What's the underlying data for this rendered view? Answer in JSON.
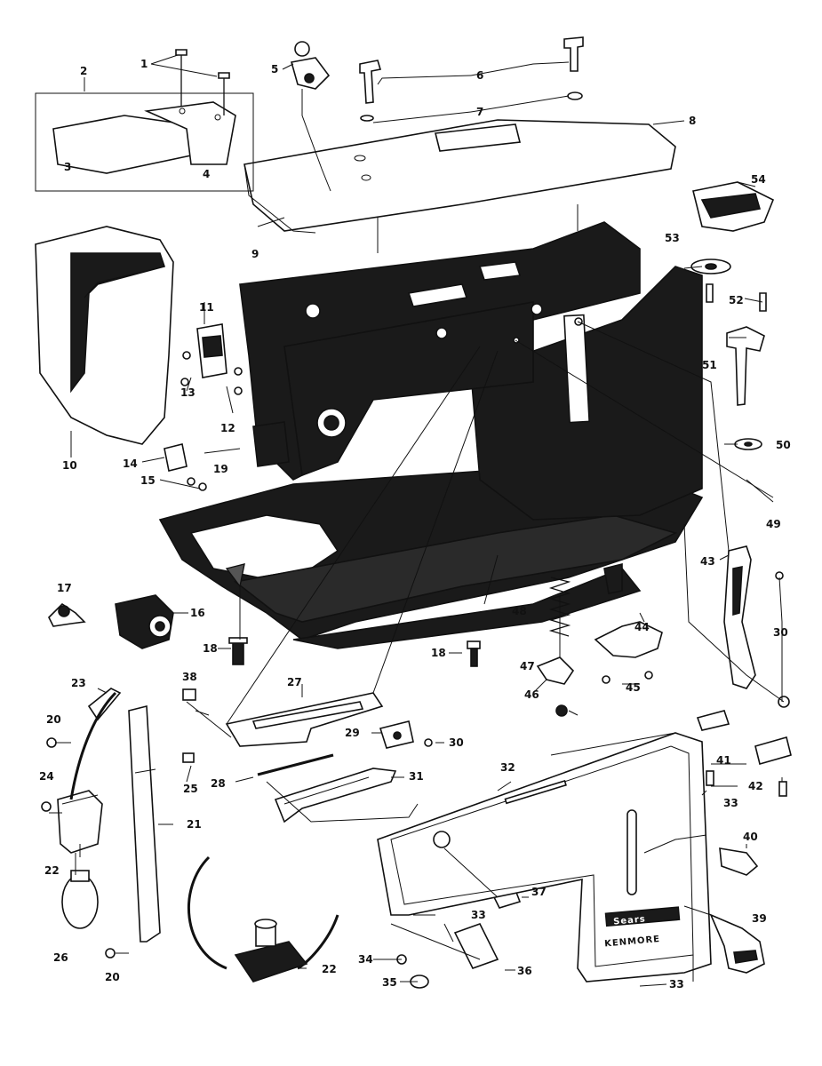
{
  "callouts": [
    {
      "id": "c1",
      "text": "1"
    },
    {
      "id": "c2",
      "text": "2"
    },
    {
      "id": "c3",
      "text": "3"
    },
    {
      "id": "c4",
      "text": "4"
    },
    {
      "id": "c5",
      "text": "5"
    },
    {
      "id": "c6",
      "text": "6"
    },
    {
      "id": "c7",
      "text": "7"
    },
    {
      "id": "c8",
      "text": "8"
    },
    {
      "id": "c9",
      "text": "9"
    },
    {
      "id": "c10",
      "text": "10"
    },
    {
      "id": "c11",
      "text": "11"
    },
    {
      "id": "c12",
      "text": "12"
    },
    {
      "id": "c13",
      "text": "13"
    },
    {
      "id": "c14",
      "text": "14"
    },
    {
      "id": "c15",
      "text": "15"
    },
    {
      "id": "c16",
      "text": "16"
    },
    {
      "id": "c17",
      "text": "17"
    },
    {
      "id": "c18a",
      "text": "18"
    },
    {
      "id": "c18b",
      "text": "18"
    },
    {
      "id": "c19",
      "text": "19"
    },
    {
      "id": "c20a",
      "text": "20"
    },
    {
      "id": "c20b",
      "text": "20"
    },
    {
      "id": "c21",
      "text": "21"
    },
    {
      "id": "c22a",
      "text": "22"
    },
    {
      "id": "c22b",
      "text": "22"
    },
    {
      "id": "c23",
      "text": "23"
    },
    {
      "id": "c24",
      "text": "24"
    },
    {
      "id": "c25",
      "text": "25"
    },
    {
      "id": "c26",
      "text": "26"
    },
    {
      "id": "c27",
      "text": "27"
    },
    {
      "id": "c28",
      "text": "28"
    },
    {
      "id": "c29",
      "text": "29"
    },
    {
      "id": "c30a",
      "text": "30"
    },
    {
      "id": "c30b",
      "text": "30"
    },
    {
      "id": "c31",
      "text": "31"
    },
    {
      "id": "c32",
      "text": "32"
    },
    {
      "id": "c33a",
      "text": "33"
    },
    {
      "id": "c33b",
      "text": "33"
    },
    {
      "id": "c33c",
      "text": "33"
    },
    {
      "id": "c34",
      "text": "34"
    },
    {
      "id": "c35",
      "text": "35"
    },
    {
      "id": "c36",
      "text": "36"
    },
    {
      "id": "c37",
      "text": "37"
    },
    {
      "id": "c38",
      "text": "38"
    },
    {
      "id": "c39",
      "text": "39"
    },
    {
      "id": "c40",
      "text": "40"
    },
    {
      "id": "c41",
      "text": "41"
    },
    {
      "id": "c42",
      "text": "42"
    },
    {
      "id": "c43",
      "text": "43"
    },
    {
      "id": "c44",
      "text": "44"
    },
    {
      "id": "c45",
      "text": "45"
    },
    {
      "id": "c46",
      "text": "46"
    },
    {
      "id": "c47",
      "text": "47"
    },
    {
      "id": "c48",
      "text": "48"
    },
    {
      "id": "c49",
      "text": "49"
    },
    {
      "id": "c50",
      "text": "50"
    },
    {
      "id": "c51",
      "text": "51"
    },
    {
      "id": "c52",
      "text": "52"
    },
    {
      "id": "c53",
      "text": "53"
    },
    {
      "id": "c54",
      "text": "54"
    }
  ],
  "plate_text": {
    "brand": "Sears",
    "maker": "KENMORE"
  }
}
